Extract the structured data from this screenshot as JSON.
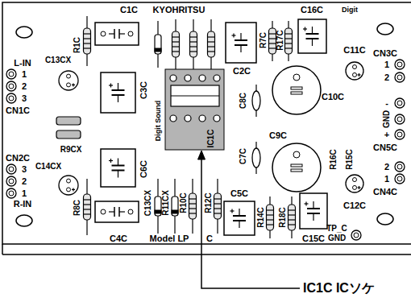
{
  "diagram": {
    "labels": [
      "C1C",
      "KYOHRITSU",
      "C16C",
      "Digit",
      "R1C",
      "R7C",
      "R17C",
      "C2C",
      "C11C",
      "CN3C",
      "1",
      "2",
      "C13CX",
      "L-IN",
      "1",
      "2",
      "3",
      "CN1C",
      "C3C",
      "C8C",
      "C10C",
      "-",
      "GND",
      "+",
      "CN5C",
      "R9CX",
      "CN2C",
      "3",
      "2",
      "1",
      "R-IN",
      "C14CX",
      "C6C",
      "Digit Sound",
      "IC1C",
      "C9C",
      "C7C",
      "R16C",
      "R15C",
      "2",
      "1",
      "CN4C",
      "C12C",
      "C13CX",
      "R11CX",
      "R10C",
      "R12C",
      "R8C",
      "C5C",
      "R14C",
      "R18C",
      "C15C",
      "TP_C",
      "GND",
      "C4C",
      "Model LP",
      "C",
      "IC1C ICソケ"
    ]
  }
}
